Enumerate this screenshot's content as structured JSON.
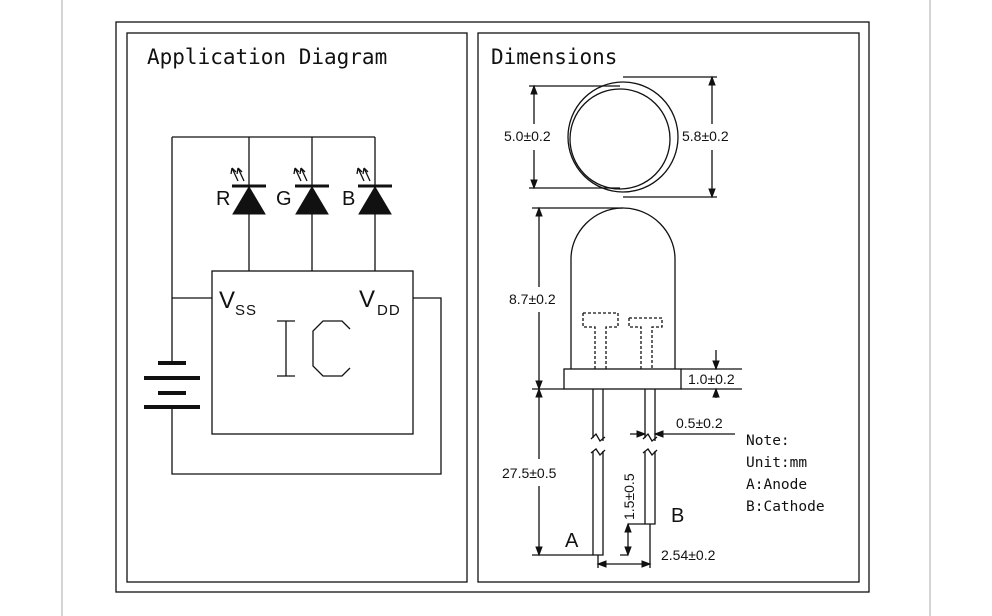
{
  "application_panel": {
    "title": "Application Diagram",
    "leds": [
      "R",
      "G",
      "B"
    ],
    "ic_label": "IC",
    "vss": {
      "main": "V",
      "sub": "SS"
    },
    "vdd": {
      "main": "V",
      "sub": "DD"
    }
  },
  "dimensions_panel": {
    "title": "Dimensions",
    "labels": {
      "inner_diameter": "5.0±0.2",
      "outer_diameter": "5.8±0.2",
      "body_height": "8.7±0.2",
      "flange_height": "1.0±0.2",
      "lead_width": "0.5±0.2",
      "lead_length": "27.5±0.5",
      "lead_offset": "1.5±0.5",
      "pitch": "2.54±0.2"
    },
    "pin_a": "A",
    "pin_b": "B",
    "notes": [
      "Note:",
      "Unit:mm",
      "A:Anode",
      "B:Cathode"
    ]
  }
}
